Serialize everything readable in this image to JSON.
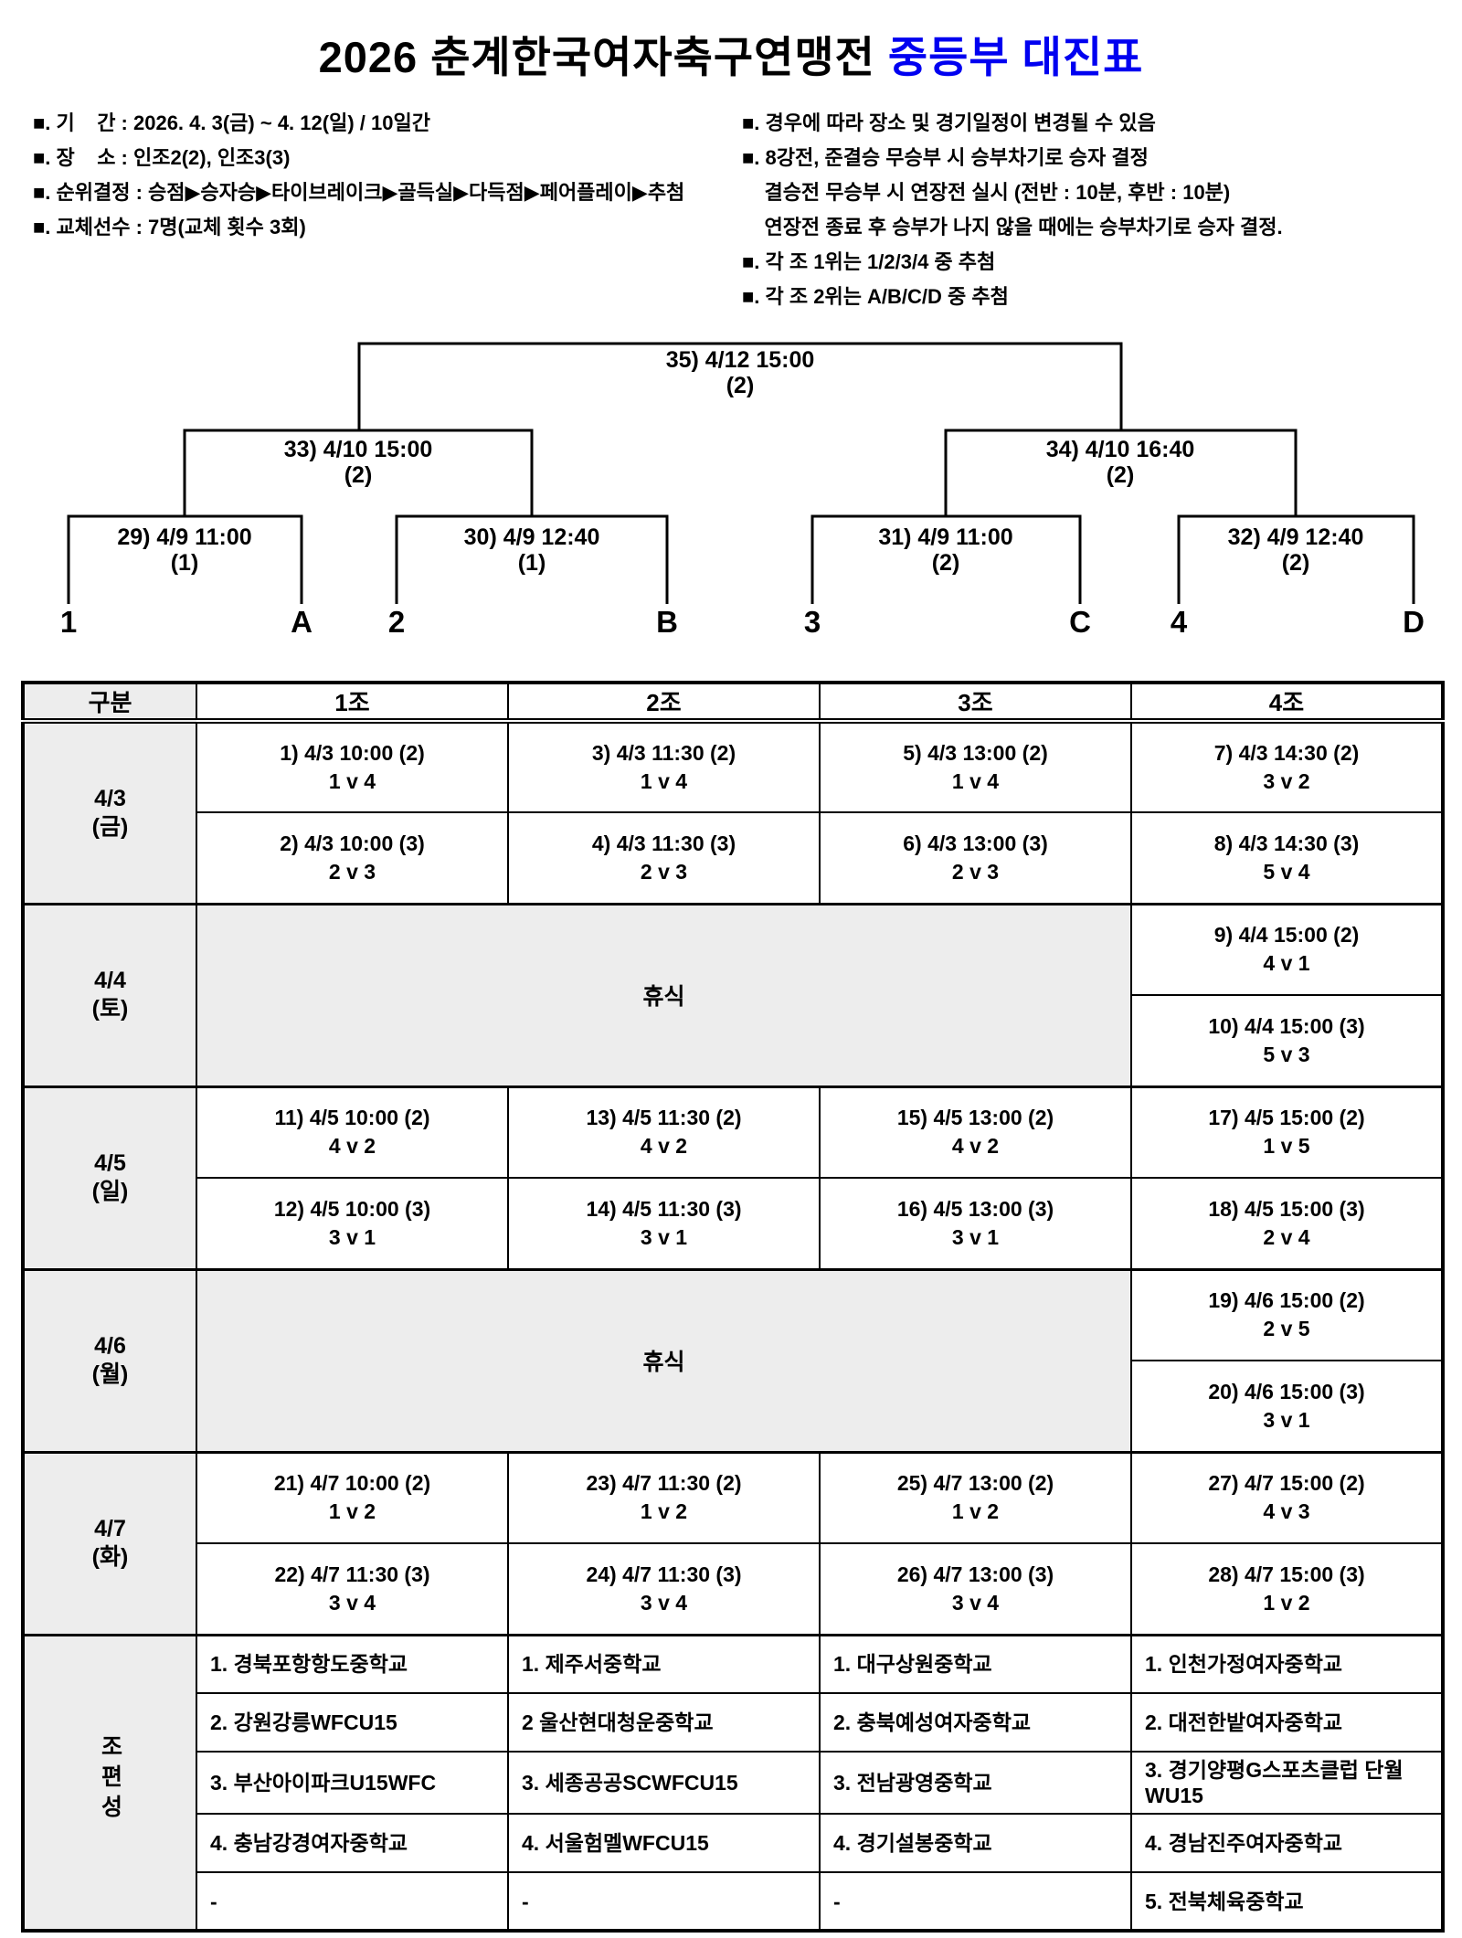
{
  "title": {
    "black": "2026 춘계한국여자축구연맹전",
    "blue": "중등부 대진표"
  },
  "info": {
    "left": [
      "■. 기    간 : 2026. 4. 3(금) ~ 4. 12(일) / 10일간",
      "■. 장    소 : 인조2(2), 인조3(3)",
      "■. 순위결정 : 승점▶승자승▶타이브레이크▶골득실▶다득점▶페어플레이▶추첨",
      "■. 교체선수 : 7명(교체 횟수 3회)"
    ],
    "right": [
      "■. 경우에 따라 장소 및 경기일정이 변경될 수 있음",
      "■. 8강전, 준결승 무승부 시 승부차기로 승자 결정",
      "    결승전 무승부 시 연장전 실시 (전반 : 10분, 후반 : 10분)",
      "    연장전 종료 후 승부가 나지 않을 때에는 승부차기로 승자 결정.",
      "■. 각 조 1위는 1/2/3/4 중 추첨",
      "■. 각 조 2위는 A/B/C/D 중 추첨"
    ]
  },
  "bracket": {
    "final": {
      "label": "35) 4/12 15:00",
      "venue": "(2)"
    },
    "semi_left": {
      "label": "33) 4/10 15:00",
      "venue": "(2)"
    },
    "semi_right": {
      "label": "34) 4/10 16:40",
      "venue": "(2)"
    },
    "qf": [
      {
        "label": "29) 4/9 11:00",
        "venue": "(1)"
      },
      {
        "label": "30) 4/9 12:40",
        "venue": "(1)"
      },
      {
        "label": "31) 4/9 11:00",
        "venue": "(2)"
      },
      {
        "label": "32) 4/9 12:40",
        "venue": "(2)"
      }
    ],
    "slots": [
      "1",
      "A",
      "2",
      "B",
      "3",
      "C",
      "4",
      "D"
    ]
  },
  "table": {
    "headers": [
      "구분",
      "1조",
      "2조",
      "3조",
      "4조"
    ],
    "rest_label": "휴식",
    "groups_label": "조편성",
    "days": [
      {
        "date": "4/3",
        "day": "(금)",
        "rows": [
          [
            {
              "m": "1) 4/3 10:00 (2)",
              "v": "1 v 4"
            },
            {
              "m": "3) 4/3 11:30 (2)",
              "v": "1 v 4"
            },
            {
              "m": "5) 4/3 13:00 (2)",
              "v": "1 v 4"
            },
            {
              "m": "7) 4/3 14:30 (2)",
              "v": "3 v 2"
            }
          ],
          [
            {
              "m": "2) 4/3 10:00 (3)",
              "v": "2 v 3"
            },
            {
              "m": "4) 4/3 11:30 (3)",
              "v": "2 v 3"
            },
            {
              "m": "6) 4/3 13:00 (3)",
              "v": "2 v 3"
            },
            {
              "m": "8) 4/3 14:30 (3)",
              "v": "5 v 4"
            }
          ]
        ]
      },
      {
        "date": "4/4",
        "day": "(토)",
        "rows": [
          [
            {
              "m": "9) 4/4 15:00 (2)",
              "v": "4 v 1"
            }
          ],
          [
            {
              "m": "10) 4/4 15:00 (3)",
              "v": "5 v 3"
            }
          ]
        ]
      },
      {
        "date": "4/5",
        "day": "(일)",
        "rows": [
          [
            {
              "m": "11) 4/5 10:00 (2)",
              "v": "4 v 2"
            },
            {
              "m": "13) 4/5 11:30 (2)",
              "v": "4 v 2"
            },
            {
              "m": "15) 4/5 13:00 (2)",
              "v": "4 v 2"
            },
            {
              "m": "17) 4/5 15:00 (2)",
              "v": "1 v 5"
            }
          ],
          [
            {
              "m": "12) 4/5 10:00 (3)",
              "v": "3 v 1"
            },
            {
              "m": "14) 4/5 11:30 (3)",
              "v": "3 v 1"
            },
            {
              "m": "16) 4/5 13:00 (3)",
              "v": "3 v 1"
            },
            {
              "m": "18) 4/5 15:00 (3)",
              "v": "2 v 4"
            }
          ]
        ]
      },
      {
        "date": "4/6",
        "day": "(월)",
        "rows": [
          [
            {
              "m": "19) 4/6 15:00 (2)",
              "v": "2 v 5"
            }
          ],
          [
            {
              "m": "20) 4/6 15:00 (3)",
              "v": "3 v 1"
            }
          ]
        ]
      },
      {
        "date": "4/7",
        "day": "(화)",
        "rows": [
          [
            {
              "m": "21) 4/7 10:00 (2)",
              "v": "1 v 2"
            },
            {
              "m": "23) 4/7 11:30 (2)",
              "v": "1 v 2"
            },
            {
              "m": "25) 4/7 13:00 (2)",
              "v": "1 v 2"
            },
            {
              "m": "27) 4/7 15:00 (2)",
              "v": "4 v 3"
            }
          ],
          [
            {
              "m": "22) 4/7 11:30 (3)",
              "v": "3 v 4"
            },
            {
              "m": "24) 4/7 11:30 (3)",
              "v": "3 v 4"
            },
            {
              "m": "26) 4/7 13:00 (3)",
              "v": "3 v 4"
            },
            {
              "m": "28) 4/7 15:00 (3)",
              "v": "1 v 2"
            }
          ]
        ]
      }
    ],
    "teams": [
      [
        "1. 경북포항항도중학교",
        "1. 제주서중학교",
        "1. 대구상원중학교",
        "1. 인천가정여자중학교"
      ],
      [
        "2. 강원강릉WFCU15",
        "2 울산현대청운중학교",
        "2. 충북예성여자중학교",
        "2. 대전한밭여자중학교"
      ],
      [
        "3. 부산아이파크U15WFC",
        "3. 세종공공SCWFCU15",
        "3. 전남광영중학교",
        "3. 경기양평G스포츠클럽 단월WU15"
      ],
      [
        "4. 충남강경여자중학교",
        "4. 서울험멜WFCU15",
        "4. 경기설봉중학교",
        "4. 경남진주여자중학교"
      ],
      [
        "-",
        "-",
        "-",
        "5. 전북체육중학교"
      ]
    ]
  }
}
